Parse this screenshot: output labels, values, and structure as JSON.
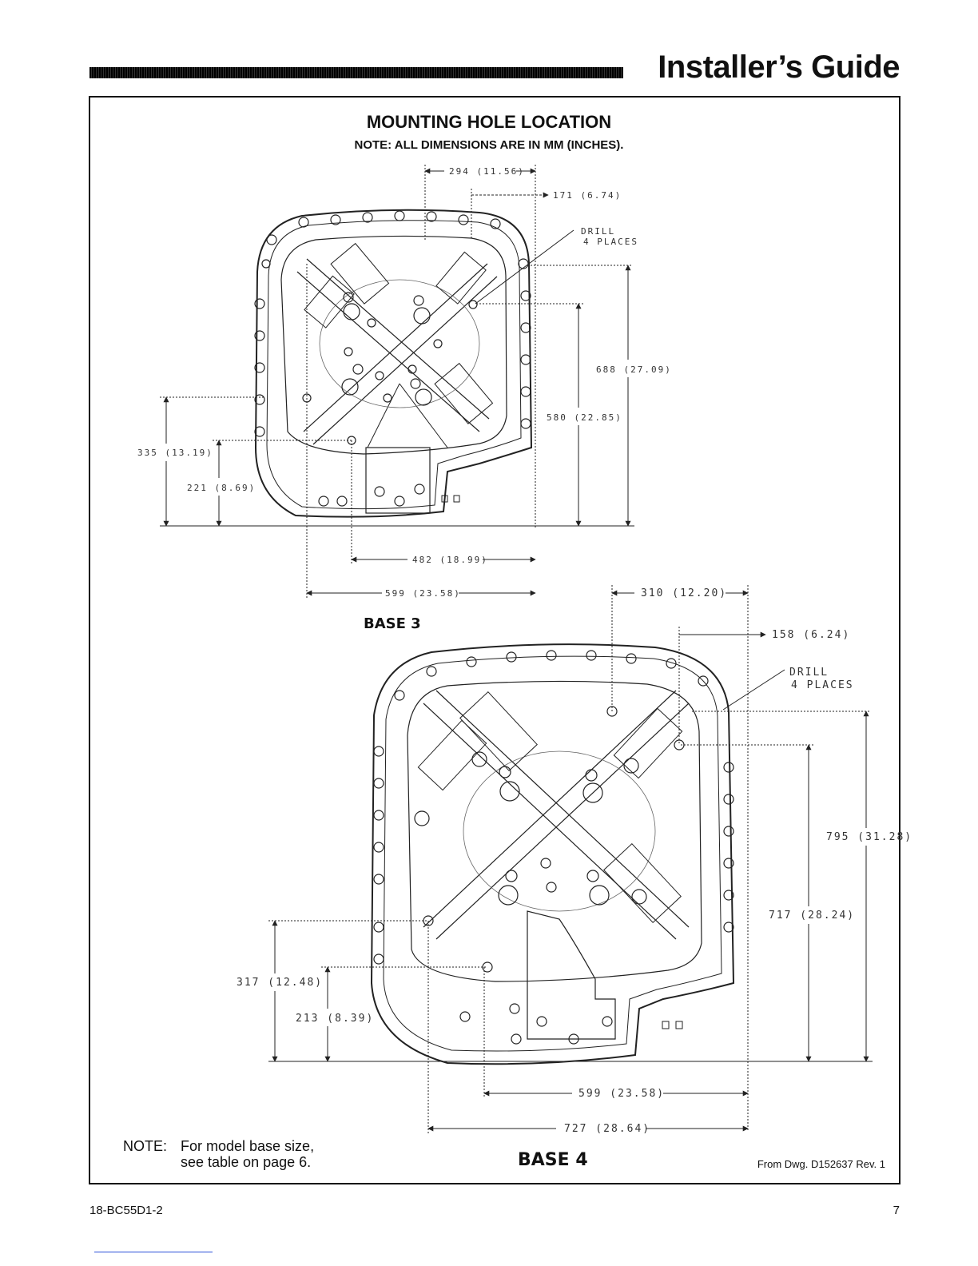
{
  "header": {
    "title": "Installer’s Guide"
  },
  "section": {
    "title": "MOUNTING HOLE LOCATION",
    "note": "NOTE: ALL DIMENSIONS ARE IN MM (INCHES)."
  },
  "base3": {
    "label": "BASE 3",
    "dim_294": "294 (11.56)",
    "dim_171": "171 (6.74)",
    "drill_line1": "DRILL",
    "drill_line2": "4 PLACES",
    "dim_688": "688 (27.09)",
    "dim_580": "580 (22.85)",
    "dim_335": "335 (13.19)",
    "dim_221": "221 (8.69)",
    "dim_482": "482 (18.99)",
    "dim_599": "599 (23.58)"
  },
  "base4": {
    "label": "BASE 4",
    "dim_310": "310 (12.20)",
    "dim_158": "158 (6.24)",
    "drill_line1": "DRILL",
    "drill_line2": "4 PLACES",
    "dim_795": "795 (31.28)",
    "dim_717": "717 (28.24)",
    "dim_317": "317 (12.48)",
    "dim_213": "213 (8.39)",
    "dim_599": "599 (23.58)",
    "dim_727": "727 (28.64)"
  },
  "footnote": {
    "label": "NOTE:",
    "line1": "For model base size,",
    "line2": "see table on page 6."
  },
  "drawing_ref": "From Dwg. D152637  Rev. 1",
  "footer": {
    "doc_number": "18-BC55D1-2",
    "page": "7"
  },
  "colors": {
    "ink": "#111111",
    "link": "#2b4fd8"
  }
}
